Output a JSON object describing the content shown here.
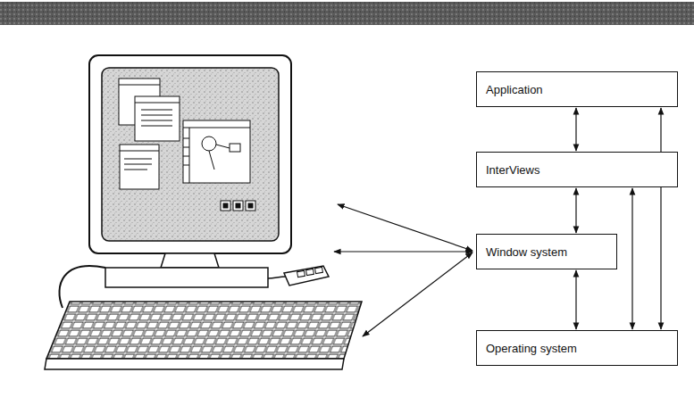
{
  "diagram": {
    "nodes": [
      {
        "text": [
          "Application"
        ]
      },
      {
        "text": [
          "InterViews"
        ]
      },
      {
        "text": [
          "Window system"
        ]
      },
      {
        "text": [
          "Operating system"
        ]
      }
    ],
    "edges": [
      {
        "from": 0,
        "to": 1,
        "arrow": "both"
      },
      {
        "from": 1,
        "to": 2,
        "arrow": "both"
      },
      {
        "from": 2,
        "to": 3,
        "arrow": "both"
      },
      {
        "from": 1,
        "to": 3,
        "arrow": "both"
      },
      {
        "from": 0,
        "to": 3,
        "arrow": "both"
      }
    ]
  }
}
